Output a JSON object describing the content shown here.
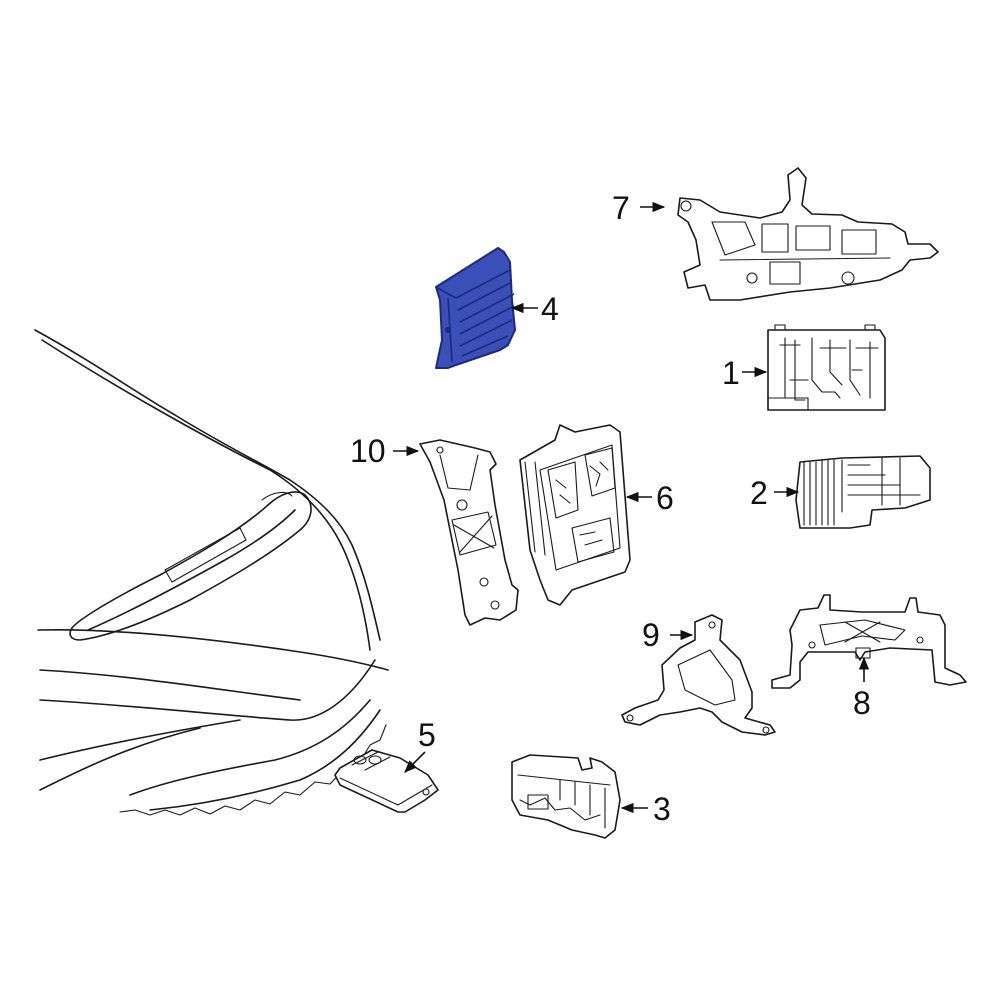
{
  "colors": {
    "line": "#1a1a1a",
    "highlight_fill": "#3a4fb8",
    "highlight_stroke": "#1b2a7a",
    "background": "#ffffff"
  },
  "highlighted_part": "4",
  "callouts": {
    "c1": "1",
    "c2": "2",
    "c3": "3",
    "c4": "4",
    "c5": "5",
    "c6": "6",
    "c7": "7",
    "c8": "8",
    "c9": "9",
    "c10": "10"
  }
}
